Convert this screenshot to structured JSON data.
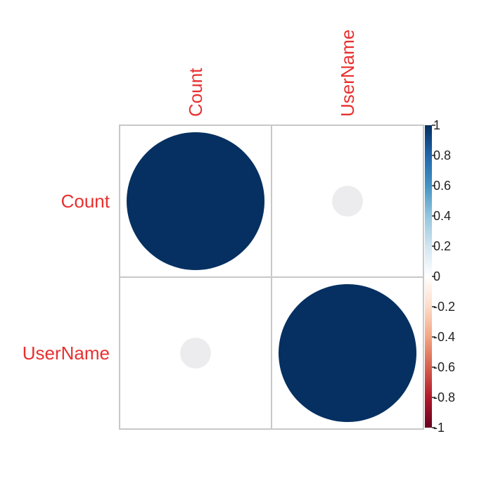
{
  "chart_data": {
    "type": "heatmap",
    "method": "circle",
    "variables": [
      "Count",
      "UserName"
    ],
    "row_labels": [
      "Count",
      "UserName"
    ],
    "col_labels": [
      "Count",
      "UserName"
    ],
    "matrix": [
      [
        1.0,
        0.05
      ],
      [
        0.05,
        1.0
      ]
    ],
    "label_color": "#e8302f",
    "colorbar": {
      "range": [
        -1,
        1
      ],
      "ticks": [
        "1",
        "0.8",
        "0.6",
        "0.4",
        "0.2",
        "0",
        "-0.2",
        "-0.4",
        "-0.6",
        "-0.8",
        "-1"
      ],
      "tick_values": [
        1,
        0.8,
        0.6,
        0.4,
        0.2,
        0,
        -0.2,
        -0.4,
        -0.6,
        -0.8,
        -1
      ],
      "colors": [
        "#67001f",
        "#b2182b",
        "#d6604d",
        "#f4a582",
        "#fddbc7",
        "#ffffff",
        "#d1e5f0",
        "#92c5de",
        "#4393c3",
        "#2166ac",
        "#053061"
      ]
    },
    "grid": true
  }
}
